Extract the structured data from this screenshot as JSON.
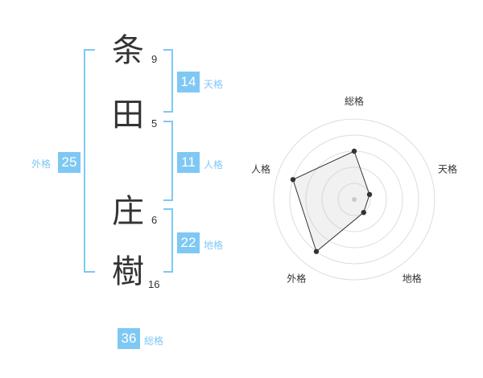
{
  "name": {
    "chars": [
      {
        "char": "条",
        "strokes": "9"
      },
      {
        "char": "田",
        "strokes": "5"
      },
      {
        "char": "庄",
        "strokes": "6"
      },
      {
        "char": "樹",
        "strokes": "16"
      }
    ]
  },
  "fortune": {
    "tenkaku": {
      "value": "14",
      "label": "天格"
    },
    "jinkaku": {
      "value": "11",
      "label": "人格"
    },
    "chikaku": {
      "value": "22",
      "label": "地格"
    },
    "gaikaku": {
      "value": "25",
      "label": "外格"
    },
    "soukaku": {
      "value": "36",
      "label": "総格"
    }
  },
  "chart_data": {
    "type": "radar",
    "axes": [
      "総格",
      "天格",
      "地格",
      "外格",
      "人格"
    ],
    "values": [
      3,
      1,
      1,
      4,
      4
    ],
    "max": 5,
    "rings": 5
  }
}
